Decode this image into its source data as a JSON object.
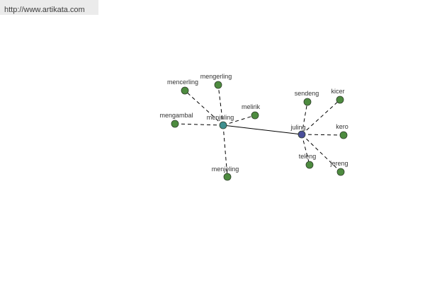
{
  "source": {
    "url_text": "http://www.artikata.com"
  },
  "colors": {
    "leaf_node": "#4d8b3f",
    "hub_menjuling": "#3f8f8f",
    "hub_juling": "#4a4f9a",
    "node_stroke": "#2f3f2a"
  },
  "graph": {
    "nodes": [
      {
        "id": "menjuling",
        "label": "menjuling",
        "kind": "hub_menjuling"
      },
      {
        "id": "juling",
        "label": "juling",
        "kind": "hub_juling"
      },
      {
        "id": "mencerling",
        "label": "mencerling",
        "kind": "leaf_node"
      },
      {
        "id": "mengerling",
        "label": "mengerling",
        "kind": "leaf_node"
      },
      {
        "id": "melirik",
        "label": "melirik",
        "kind": "leaf_node"
      },
      {
        "id": "mengambal",
        "label": "mengambal",
        "kind": "leaf_node"
      },
      {
        "id": "menjeling",
        "label": "menjeling",
        "kind": "leaf_node"
      },
      {
        "id": "sendeng",
        "label": "sendeng",
        "kind": "leaf_node"
      },
      {
        "id": "kicer",
        "label": "kicer",
        "kind": "leaf_node"
      },
      {
        "id": "kero",
        "label": "kero",
        "kind": "leaf_node"
      },
      {
        "id": "teleng",
        "label": "teleng",
        "kind": "leaf_node"
      },
      {
        "id": "jereng",
        "label": "jereng",
        "kind": "leaf_node"
      }
    ],
    "edges": [
      {
        "from": "menjuling",
        "to": "juling",
        "style": "solid"
      },
      {
        "from": "menjuling",
        "to": "mencerling",
        "style": "dashed"
      },
      {
        "from": "menjuling",
        "to": "mengerling",
        "style": "dashed"
      },
      {
        "from": "menjuling",
        "to": "melirik",
        "style": "dashed"
      },
      {
        "from": "menjuling",
        "to": "mengambal",
        "style": "dashed"
      },
      {
        "from": "menjuling",
        "to": "menjeling",
        "style": "dashed"
      },
      {
        "from": "juling",
        "to": "sendeng",
        "style": "dashed"
      },
      {
        "from": "juling",
        "to": "kicer",
        "style": "dashed"
      },
      {
        "from": "juling",
        "to": "kero",
        "style": "dashed"
      },
      {
        "from": "juling",
        "to": "teleng",
        "style": "dashed"
      },
      {
        "from": "juling",
        "to": "jereng",
        "style": "dashed"
      }
    ]
  }
}
